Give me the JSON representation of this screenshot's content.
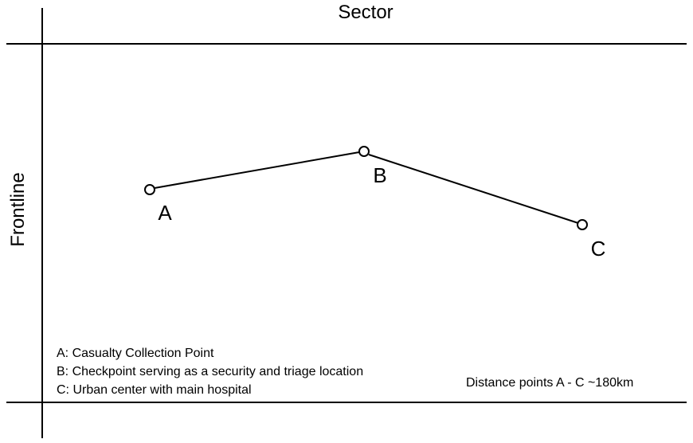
{
  "header": {
    "sector_label": "Sector"
  },
  "side": {
    "frontline_label": "Frontline"
  },
  "points": [
    {
      "id": "A",
      "label": "A"
    },
    {
      "id": "B",
      "label": "B"
    },
    {
      "id": "C",
      "label": "C"
    }
  ],
  "legend": {
    "items": [
      "A: Casualty Collection Point",
      "B: Checkpoint serving as a security and triage location",
      "C: Urban center with main hospital"
    ]
  },
  "distance_note": "Distance points A - C ~180km"
}
